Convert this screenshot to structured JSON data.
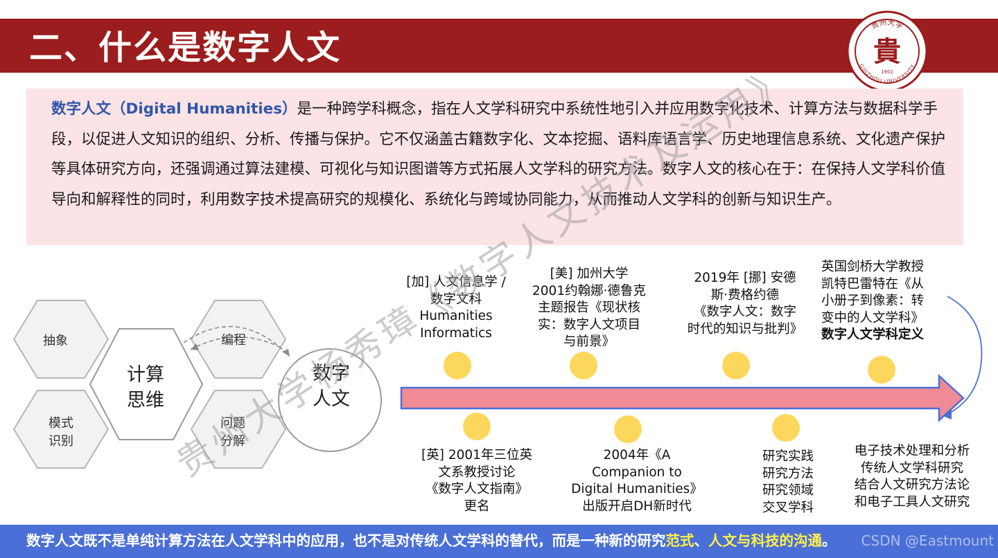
{
  "title": "二、什么是数字人文",
  "logo": {
    "name": "guizhou-university-seal",
    "top_text": "贵州大学",
    "bottom_text": "GUIZHOU UNIVERSITY",
    "year": "1902",
    "char": "貴",
    "color": "#9b1d1d"
  },
  "definition": {
    "term": "数字人文（Digital Humanities）",
    "text": "是一种跨学科概念，指在人文学科研究中系统性地引入并应用数字化技术、计算方法与数据科学手段，以促进人文知识的组织、分析、传播与保护。它不仅涵盖古籍数字化、文本挖掘、语料库语言学、历史地理信息系统、文化遗产保护等具体研究方向，还强调通过算法建模、可视化与知识图谱等方式拓展人文学科的研究方法。数字人文的核心在于：在保持人文学科价值导向和解释性的同时，利用数字技术提高研究的规模化、系统化与跨域协同能力，从而推动人文学科的创新与知识生产。"
  },
  "diagram": {
    "center": "计算\n思维",
    "hexes": [
      "抽象",
      "模式\n识别",
      "编程",
      "问题\n分解"
    ],
    "circle": "数字\n人文"
  },
  "timeline_top": [
    {
      "lines": [
        "[加] 人文信息学 /",
        "数字文科",
        "Humanities",
        "Informatics"
      ]
    },
    {
      "lines": [
        "[美] 加州大学",
        "2001约翰娜·德鲁克",
        "主题报告《现状核",
        "实：数字人文项目",
        "与前景》"
      ]
    },
    {
      "lines": [
        "2019年 [挪] 安德",
        "斯·费格约德",
        "《数字人文：数字",
        "时代的知识与批判》"
      ]
    },
    {
      "lines": [
        "英国剑桥大学教授",
        "凯特巴雷特在《从",
        "小册子到像素：转",
        "变中的人文学科》"
      ],
      "bold_line": "数字人文学科定义"
    }
  ],
  "timeline_bottom": [
    {
      "lines": [
        "[英] 2001年三位英",
        "文系教授讨论",
        "《数字人文指南》",
        "更名"
      ]
    },
    {
      "lines": [
        "2004年《A",
        "Companion to",
        "Digital Humanities》",
        "出版开启DH新时代"
      ]
    },
    {
      "lines": [
        "研究实践",
        "研究方法",
        "研究领域",
        "交叉学科"
      ]
    },
    {
      "lines": [
        "电子技术处理和分析",
        "传统人文学科研究",
        "结合人文研究方法论",
        "和电子工具人文研究"
      ]
    }
  ],
  "watermark": "贵州大学杨秀璋《数字人文技术及运用》",
  "bottom": {
    "text_before": "数字人文既不是单纯计算方法在人文学科中的应用，也不是对传统人文学科的替代，而是一种新的研究",
    "highlight1": "范式",
    "sep": "、",
    "highlight2": "人文与科技的沟通",
    "end": "。",
    "csdn": "CSDN @Eastmount"
  },
  "colors": {
    "title_bar": "#9b1d1d",
    "definition_bg": "#fbe3e6",
    "term": "#2f57a8",
    "arrow_fill": "#f08a95",
    "arrow_stroke": "#4a6fd6",
    "dot": "#fbd85c",
    "bottom_bar": "#4a6fd6",
    "highlight": "#ffef4a"
  }
}
